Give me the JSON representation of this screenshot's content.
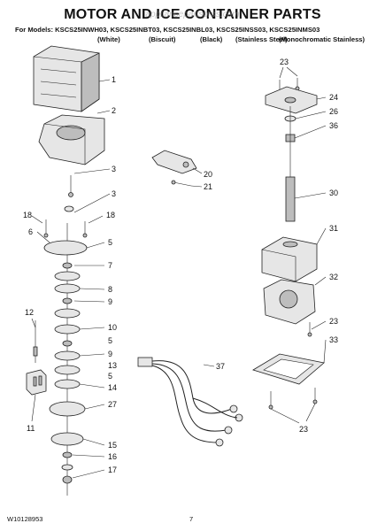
{
  "title": "MOTOR AND ICE CONTAINER PARTS",
  "watermark": "appliancepartspros.com",
  "models_line": "For Models: KSCS25INWH03, KSCS25INBT03, KSCS25INBL03, KSCS25INSS03, KSCS25INMS03",
  "finishes": [
    "(White)",
    "(Biscuit)",
    "(Black)",
    "(Stainless Steel)",
    "(Monochromatic Stainless)"
  ],
  "callouts": {
    "c1": "1",
    "c2": "2",
    "c3": "3",
    "c18a": "18",
    "c18b": "18",
    "c6": "6",
    "c5a": "5",
    "c7": "7",
    "c8a": "8",
    "c9a": "9",
    "c10": "10",
    "c5b": "5",
    "c9b": "9",
    "c13": "13",
    "c5c": "5",
    "c14": "14",
    "c27": "27",
    "c15": "15",
    "c16": "16",
    "c17": "17",
    "c12": "12",
    "c11": "11",
    "c20": "20",
    "c21": "21",
    "c37": "37",
    "c23a": "23",
    "c24": "24",
    "c26": "26",
    "c36": "36",
    "c30": "30",
    "c31": "31",
    "c32": "32",
    "c23b": "23",
    "c33": "33",
    "c23c": "23"
  },
  "footer": {
    "doc_number": "W10128953",
    "page": "7"
  }
}
